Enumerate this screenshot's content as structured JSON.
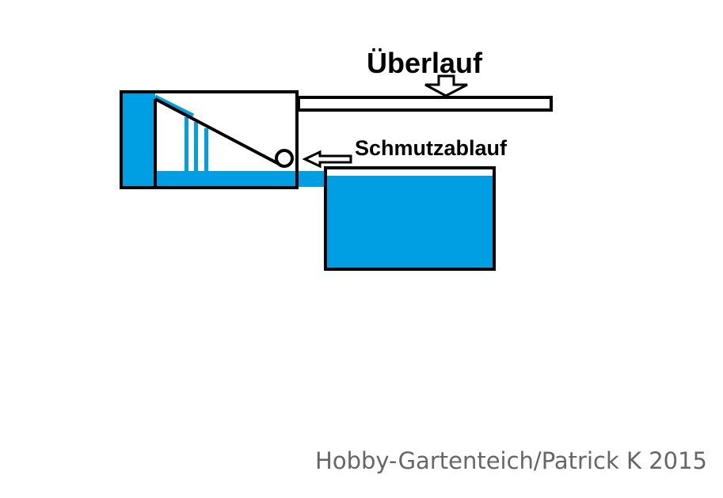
{
  "labels": {
    "overflow": "Überlauf",
    "dirt_outlet": "Schmutzablauf"
  },
  "watermark": "Hobby-Gartenteich/Patrick K 2015",
  "colors": {
    "water": "#009fe3",
    "outline": "#000000",
    "watermark": "#666666"
  }
}
